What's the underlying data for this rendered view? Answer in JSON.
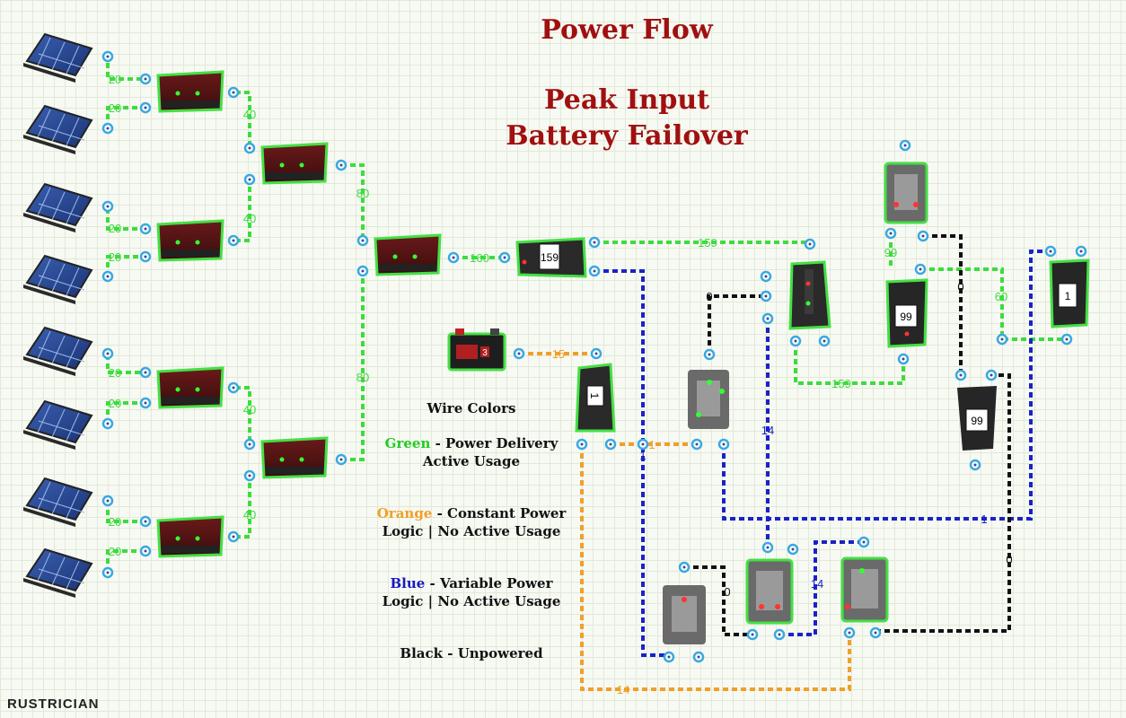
{
  "title": {
    "line1": "Power Flow",
    "line2": "Peak Input",
    "line3": "Battery Failover"
  },
  "legend": {
    "heading": "Wire Colors",
    "green_word": "Green",
    "green_rest": " - Power Delivery",
    "green_sub": "Active Usage",
    "orange_word": "Orange",
    "orange_rest": " - Constant Power",
    "orange_sub": "Logic | No Active Usage",
    "blue_word": "Blue",
    "blue_rest": " - Variable Power",
    "blue_sub": "Logic | No Active Usage",
    "black": "Black - Unpowered"
  },
  "logo": "RUSTRICIAN",
  "colors": {
    "green": "#3ddc3d",
    "orange": "#f0a028",
    "blue": "#1a22c8",
    "black": "#111111",
    "title": "#a01010"
  },
  "wire_labels": {
    "solar": [
      "20",
      "20",
      "20",
      "20",
      "20",
      "20",
      "20",
      "20"
    ],
    "combiner_l1": [
      "40",
      "40",
      "40",
      "40"
    ],
    "combiner_l2": [
      "80",
      "80"
    ],
    "main": "160",
    "branch_top": "159",
    "branch_bottom": "159",
    "battery_feed": "99",
    "battery_out": "60",
    "black_a": "0",
    "black_b": "0",
    "black_c": "0",
    "black_d": "0",
    "orange_battery": "15",
    "orange_link": "1",
    "orange_bottom": "14",
    "blue_main": "1",
    "blue_mid": "14",
    "blue_low": "14",
    "blue_bottom": "1"
  },
  "device_displays": {
    "splitter_main": "159",
    "battery_top": "99",
    "battery_right": "99",
    "switch_right": "1",
    "switch_left": "1",
    "car_battery_badge": "3"
  }
}
